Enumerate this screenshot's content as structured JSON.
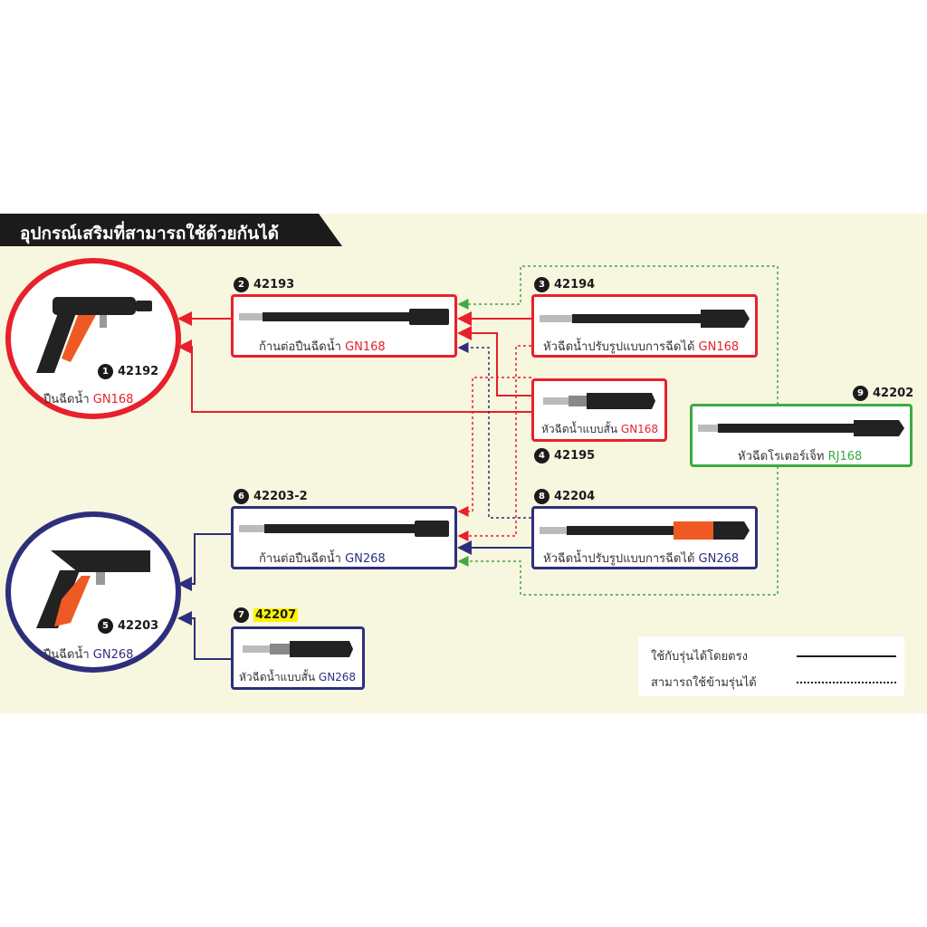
{
  "header": {
    "title": "อุปกรณ์เสริมที่สามารถใช้ด้วยกันได้"
  },
  "colors": {
    "red": "#e8202b",
    "blue": "#2d2f7c",
    "green": "#3daa42",
    "orange": "#ef5a24",
    "dark": "#1b1b1b"
  },
  "items": [
    {
      "num": "1",
      "code": "42192",
      "name": "ปืนฉีดน้ำ",
      "model": "GN168"
    },
    {
      "num": "2",
      "code": "42193",
      "name": "ก้านต่อปืนฉีดน้ำ",
      "model": "GN168"
    },
    {
      "num": "3",
      "code": "42194",
      "name": "หัวฉีดน้ำปรับรูปแบบการฉีดได้",
      "model": "GN168"
    },
    {
      "num": "4",
      "code": "42195",
      "name": "หัวฉีดน้ำแบบสั้น",
      "model": "GN168"
    },
    {
      "num": "5",
      "code": "42203",
      "name": "ปืนฉีดน้ำ",
      "model": "GN268"
    },
    {
      "num": "6",
      "code": "42203-2",
      "name": "ก้านต่อปืนฉีดน้ำ",
      "model": "GN268"
    },
    {
      "num": "7",
      "code": "42207",
      "name": "หัวฉีดน้ำแบบสั้น",
      "model": "GN268"
    },
    {
      "num": "8",
      "code": "42204",
      "name": "หัวฉีดน้ำปรับรูปแบบการฉีดได้",
      "model": "GN268"
    },
    {
      "num": "9",
      "code": "42202",
      "name": "หัวฉีดโรเตอร์เจ็ท",
      "model": "RJ168"
    }
  ],
  "legend": {
    "direct": "ใช้กับรุ่นได้โดยตรง",
    "cross": "สามารถใช้ข้ามรุ่นได้"
  }
}
